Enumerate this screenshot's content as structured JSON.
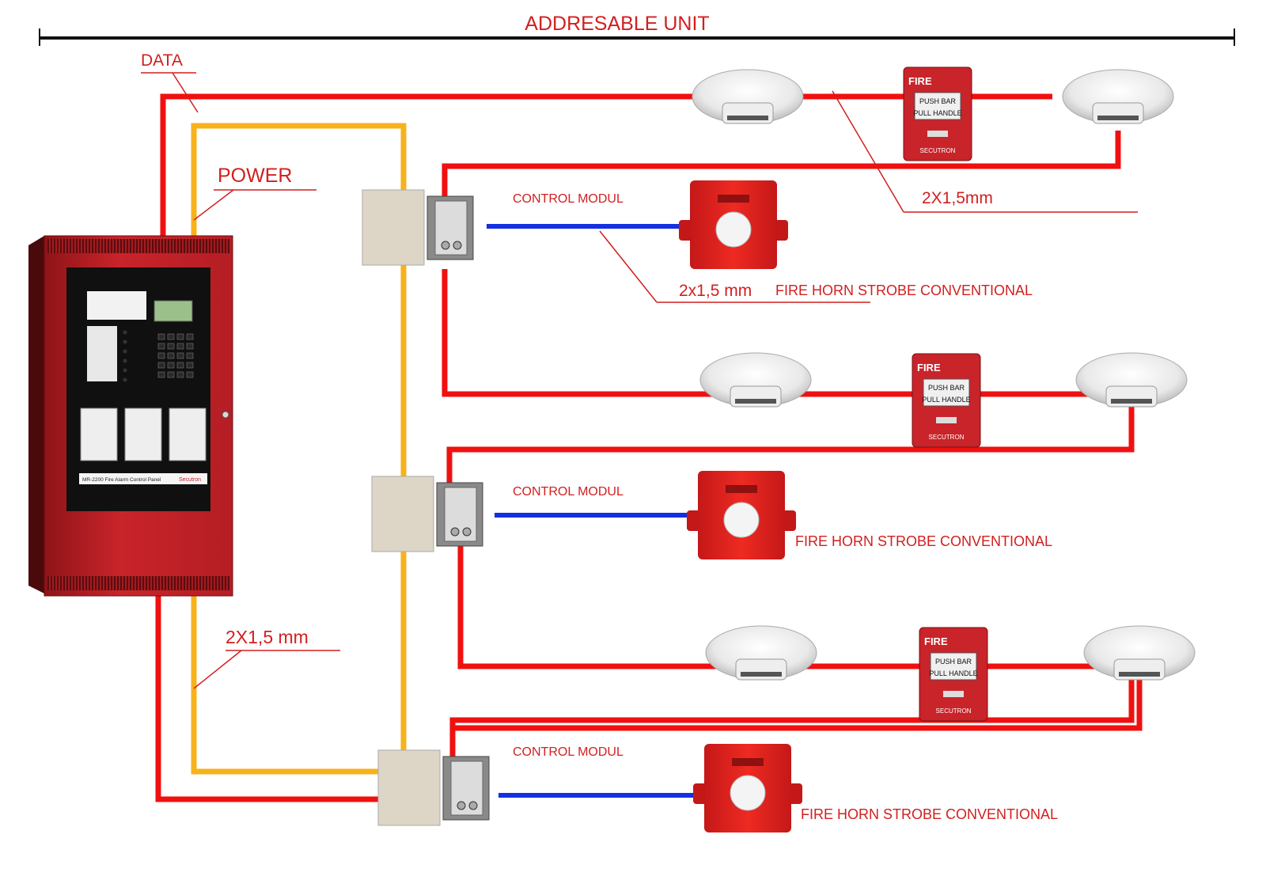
{
  "title": "ADDRESABLE UNIT",
  "labels": {
    "data": "DATA",
    "power": "POWER",
    "cable_top": "2X1,5mm",
    "cable_horn1": "2x1,5 mm",
    "cable_bottom": "2X1,5 mm"
  },
  "control_modules": [
    {
      "label": "CONTROL MODUL",
      "horn_label": "FIRE HORN STROBE CONVENTIONAL"
    },
    {
      "label": "CONTROL MODUL",
      "horn_label": "FIRE HORN STROBE CONVENTIONAL"
    },
    {
      "label": "CONTROL MODUL",
      "horn_label": "FIRE HORN STROBE CONVENTIONAL"
    }
  ],
  "pull_station": {
    "fire": "FIRE",
    "push": "PUSH BAR",
    "pull": "PULL HANDLE",
    "brand": "SECUTRON"
  },
  "panel": {
    "caption": "MR-2200 Fire Alarm Control Panel",
    "brand": "Secutron"
  },
  "colors": {
    "label_red": "#d21f1f",
    "data_wire": "#f01010",
    "power_wire": "#f7b21c",
    "horn_wire": "#1530e0",
    "panel_red": "#c8242a"
  }
}
